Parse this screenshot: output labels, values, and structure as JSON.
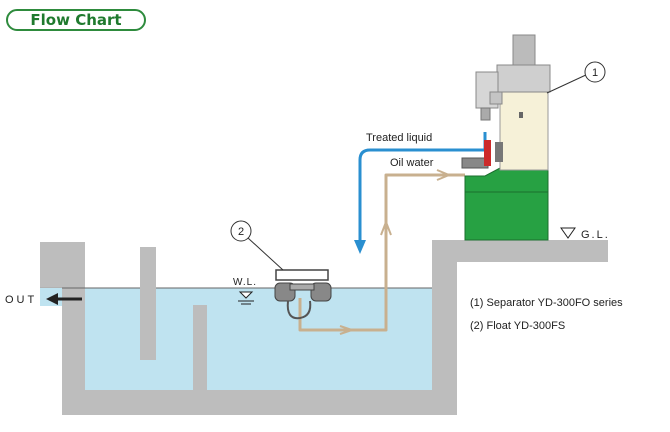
{
  "title": "Flow Chart",
  "labels": {
    "treated_liquid": "Treated liquid",
    "oil_water": "Oil water",
    "ground_level": "G.L.",
    "water_level": "W.L.",
    "out": "OUT",
    "callout_separator": "1",
    "callout_float": "2"
  },
  "legend": [
    "(1) Separator  YD-300FO series",
    "(2) Float  YD-300FS"
  ],
  "colors": {
    "title_border": "#2e8b3d",
    "water": "#bfe3f0",
    "concrete": "#bdbdbd",
    "treated_flow": "#2a8fd0",
    "oil_flow": "#c8b08f",
    "separator_base": "#27a143"
  }
}
